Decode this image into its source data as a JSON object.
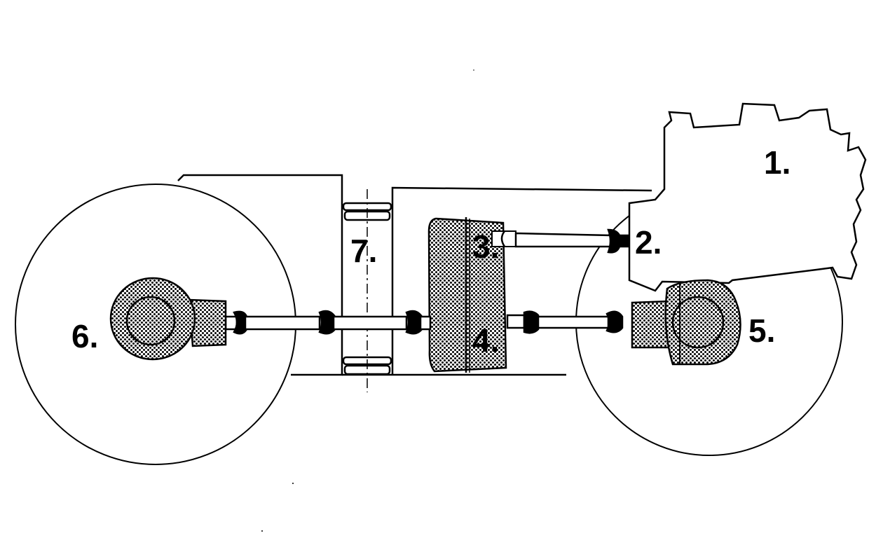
{
  "diagram": {
    "callouts": [
      "1.",
      "2.",
      "3.",
      "4.",
      "5.",
      "6.",
      "7."
    ]
  },
  "colors": {
    "ink": "#000000",
    "paper": "#ffffff",
    "stipple": "#6b6b6b"
  }
}
